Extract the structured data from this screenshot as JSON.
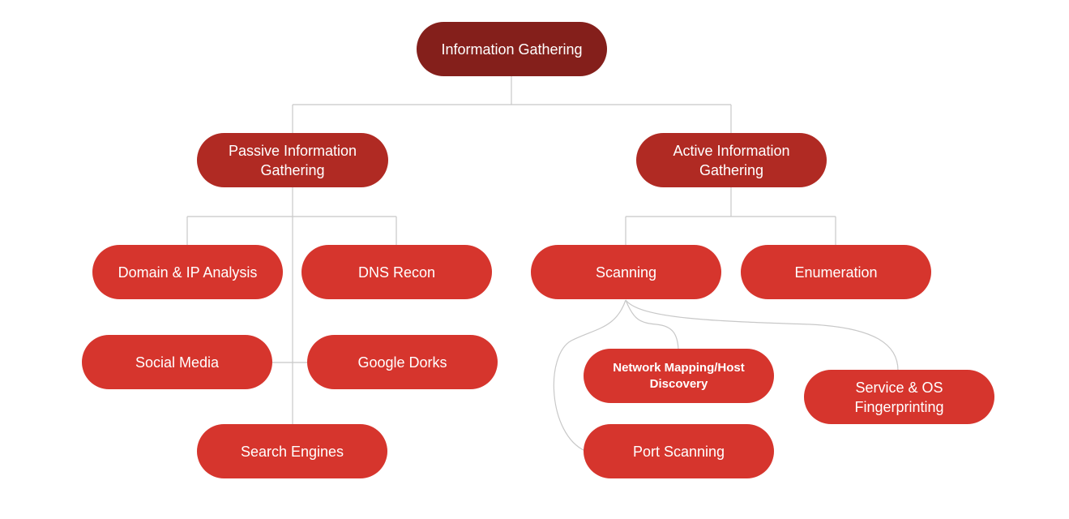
{
  "diagram": {
    "root": {
      "label": "Information Gathering"
    },
    "passive": {
      "label": "Passive Information Gathering",
      "children": {
        "domain_ip": "Domain & IP Analysis",
        "dns_recon": "DNS Recon",
        "social_media": "Social Media",
        "google_dorks": "Google Dorks",
        "search_engines": "Search Engines"
      }
    },
    "active": {
      "label": "Active Information Gathering",
      "children": {
        "scanning": {
          "label": "Scanning",
          "children": {
            "network_mapping": "Network Mapping/Host Discovery",
            "port_scanning": "Port Scanning",
            "service_os": "Service & OS Fingerprinting"
          }
        },
        "enumeration": "Enumeration"
      }
    },
    "colors": {
      "root": "#841f1b",
      "level2": "#b02a23",
      "leaf": "#d6352d",
      "text": "#ffffff",
      "connector": "#c8c8c8"
    }
  }
}
